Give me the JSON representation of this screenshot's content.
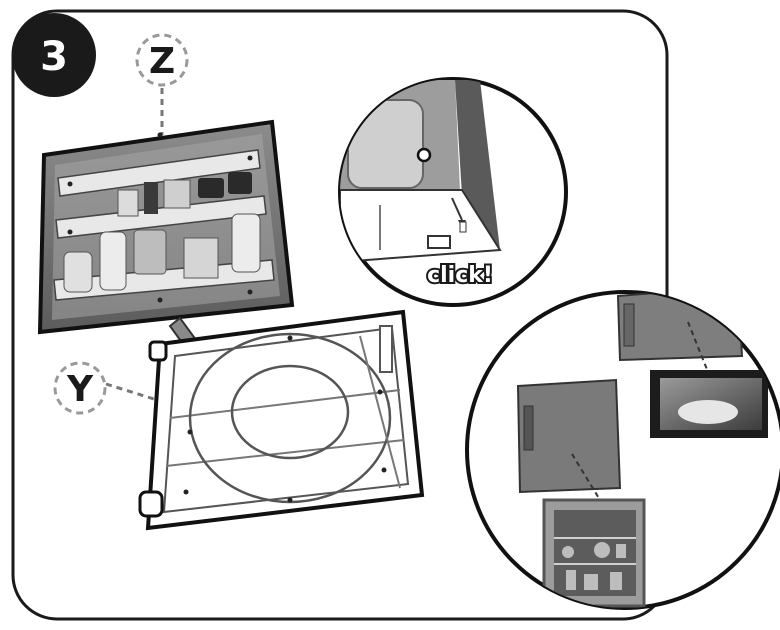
{
  "step": {
    "number": "3"
  },
  "labels": {
    "door": "Z",
    "housing": "Y",
    "click": "click!"
  },
  "icons": {
    "hinge_pin": "white-dot-icon",
    "arrow": "insert-arrow-icon"
  }
}
